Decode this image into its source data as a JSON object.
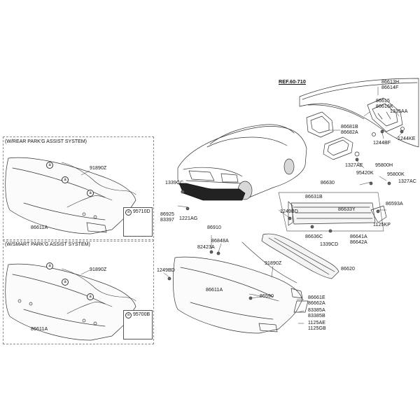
{
  "diagram": {
    "reference": "REF.60-710",
    "boxes": {
      "rear_park_assist": {
        "title": "(W/REAR PARK'G ASSIST SYSTEM)",
        "sensor_callout": "a",
        "sensor_part": "95710D"
      },
      "smart_park_assist": {
        "title": "(W/SMART PARK'G ASSIST SYSTEM)",
        "sensor_callout": "a",
        "sensor_part": "95700B"
      }
    },
    "callout_letter": "a",
    "parts": {
      "p91890Z_a": "91890Z",
      "p86611A_a": "86611A",
      "p91890Z_b": "91890Z",
      "p86611A_b": "86611A",
      "p1339CC": "1339CC",
      "p86925": "86925",
      "p83397": "83397",
      "p1221AG": "1221AG",
      "p86613H": "86613H",
      "p86614F": "86614F",
      "p86615": "86615",
      "p86616K": "86616K",
      "p1335AA": "1335AA",
      "p86681B": "86681B",
      "p86682A": "86682A",
      "p1244BF": "1244BF",
      "p1244KE": "1244KE",
      "p1327AE": "1327AE",
      "p95420K": "95420K",
      "p95800H": "95800H",
      "p95800K": "95800K",
      "p1327AC": "1327AC",
      "p86630": "86630",
      "p86631B": "86631B",
      "p1249BD_a": "1249BD",
      "p86593A": "86593A",
      "p86633Y": "86633Y",
      "p1125KP": "1125KP",
      "p86636C": "86636C",
      "p86641A": "86641A",
      "p86642A": "86642A",
      "p1339CD": "1339CD",
      "p86620": "86620",
      "p86910": "86910",
      "p86848A": "86848A",
      "p82423A": "82423A",
      "p1249BD_b": "1249BD",
      "p91890Z_c": "91890Z",
      "p86611A_c": "86611A",
      "p86590": "86590",
      "p86661E": "86661E",
      "p86662A": "86662A",
      "p83385A": "83385A",
      "p83385B": "83385B",
      "p1125AE": "1125AE",
      "p1125GB": "1125GB"
    }
  }
}
